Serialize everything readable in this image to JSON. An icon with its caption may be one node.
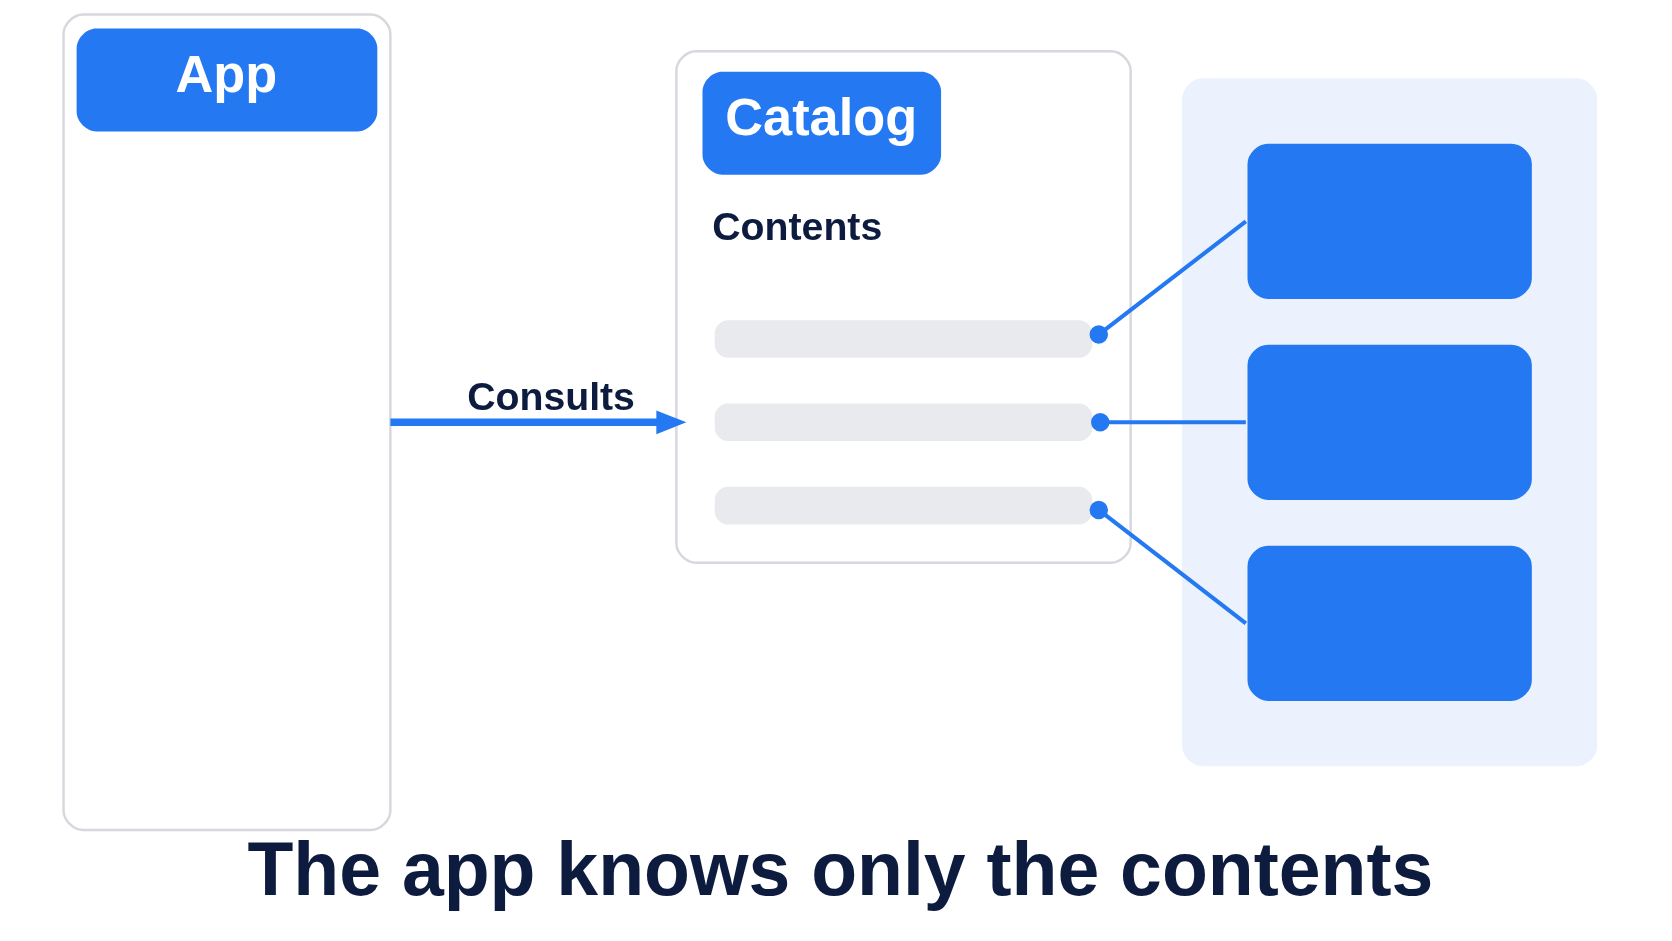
{
  "diagram": {
    "caption": "The app knows only the contents",
    "nodes": [
      {
        "text": [
          "App"
        ]
      },
      {
        "text": [
          "Catalog",
          "Contents"
        ]
      },
      {
        "text": [],
        "shape": "bar",
        "in": 1
      },
      {
        "text": [],
        "shape": "bar",
        "in": 1
      },
      {
        "text": [],
        "shape": "bar",
        "in": 1
      },
      {
        "text": [],
        "shape": "cloud"
      },
      {
        "text": [],
        "shape": "box",
        "in": 5
      },
      {
        "text": [],
        "shape": "box",
        "in": 5
      },
      {
        "text": [],
        "shape": "box",
        "in": 5
      }
    ],
    "edges": [
      {
        "from": 0,
        "to": 1,
        "arrow": "to",
        "label": "Consults"
      },
      {
        "from": 2,
        "to": 6,
        "arrow": "other"
      },
      {
        "from": 3,
        "to": 7,
        "arrow": "other"
      },
      {
        "from": 4,
        "to": 8,
        "arrow": "other"
      }
    ]
  }
}
